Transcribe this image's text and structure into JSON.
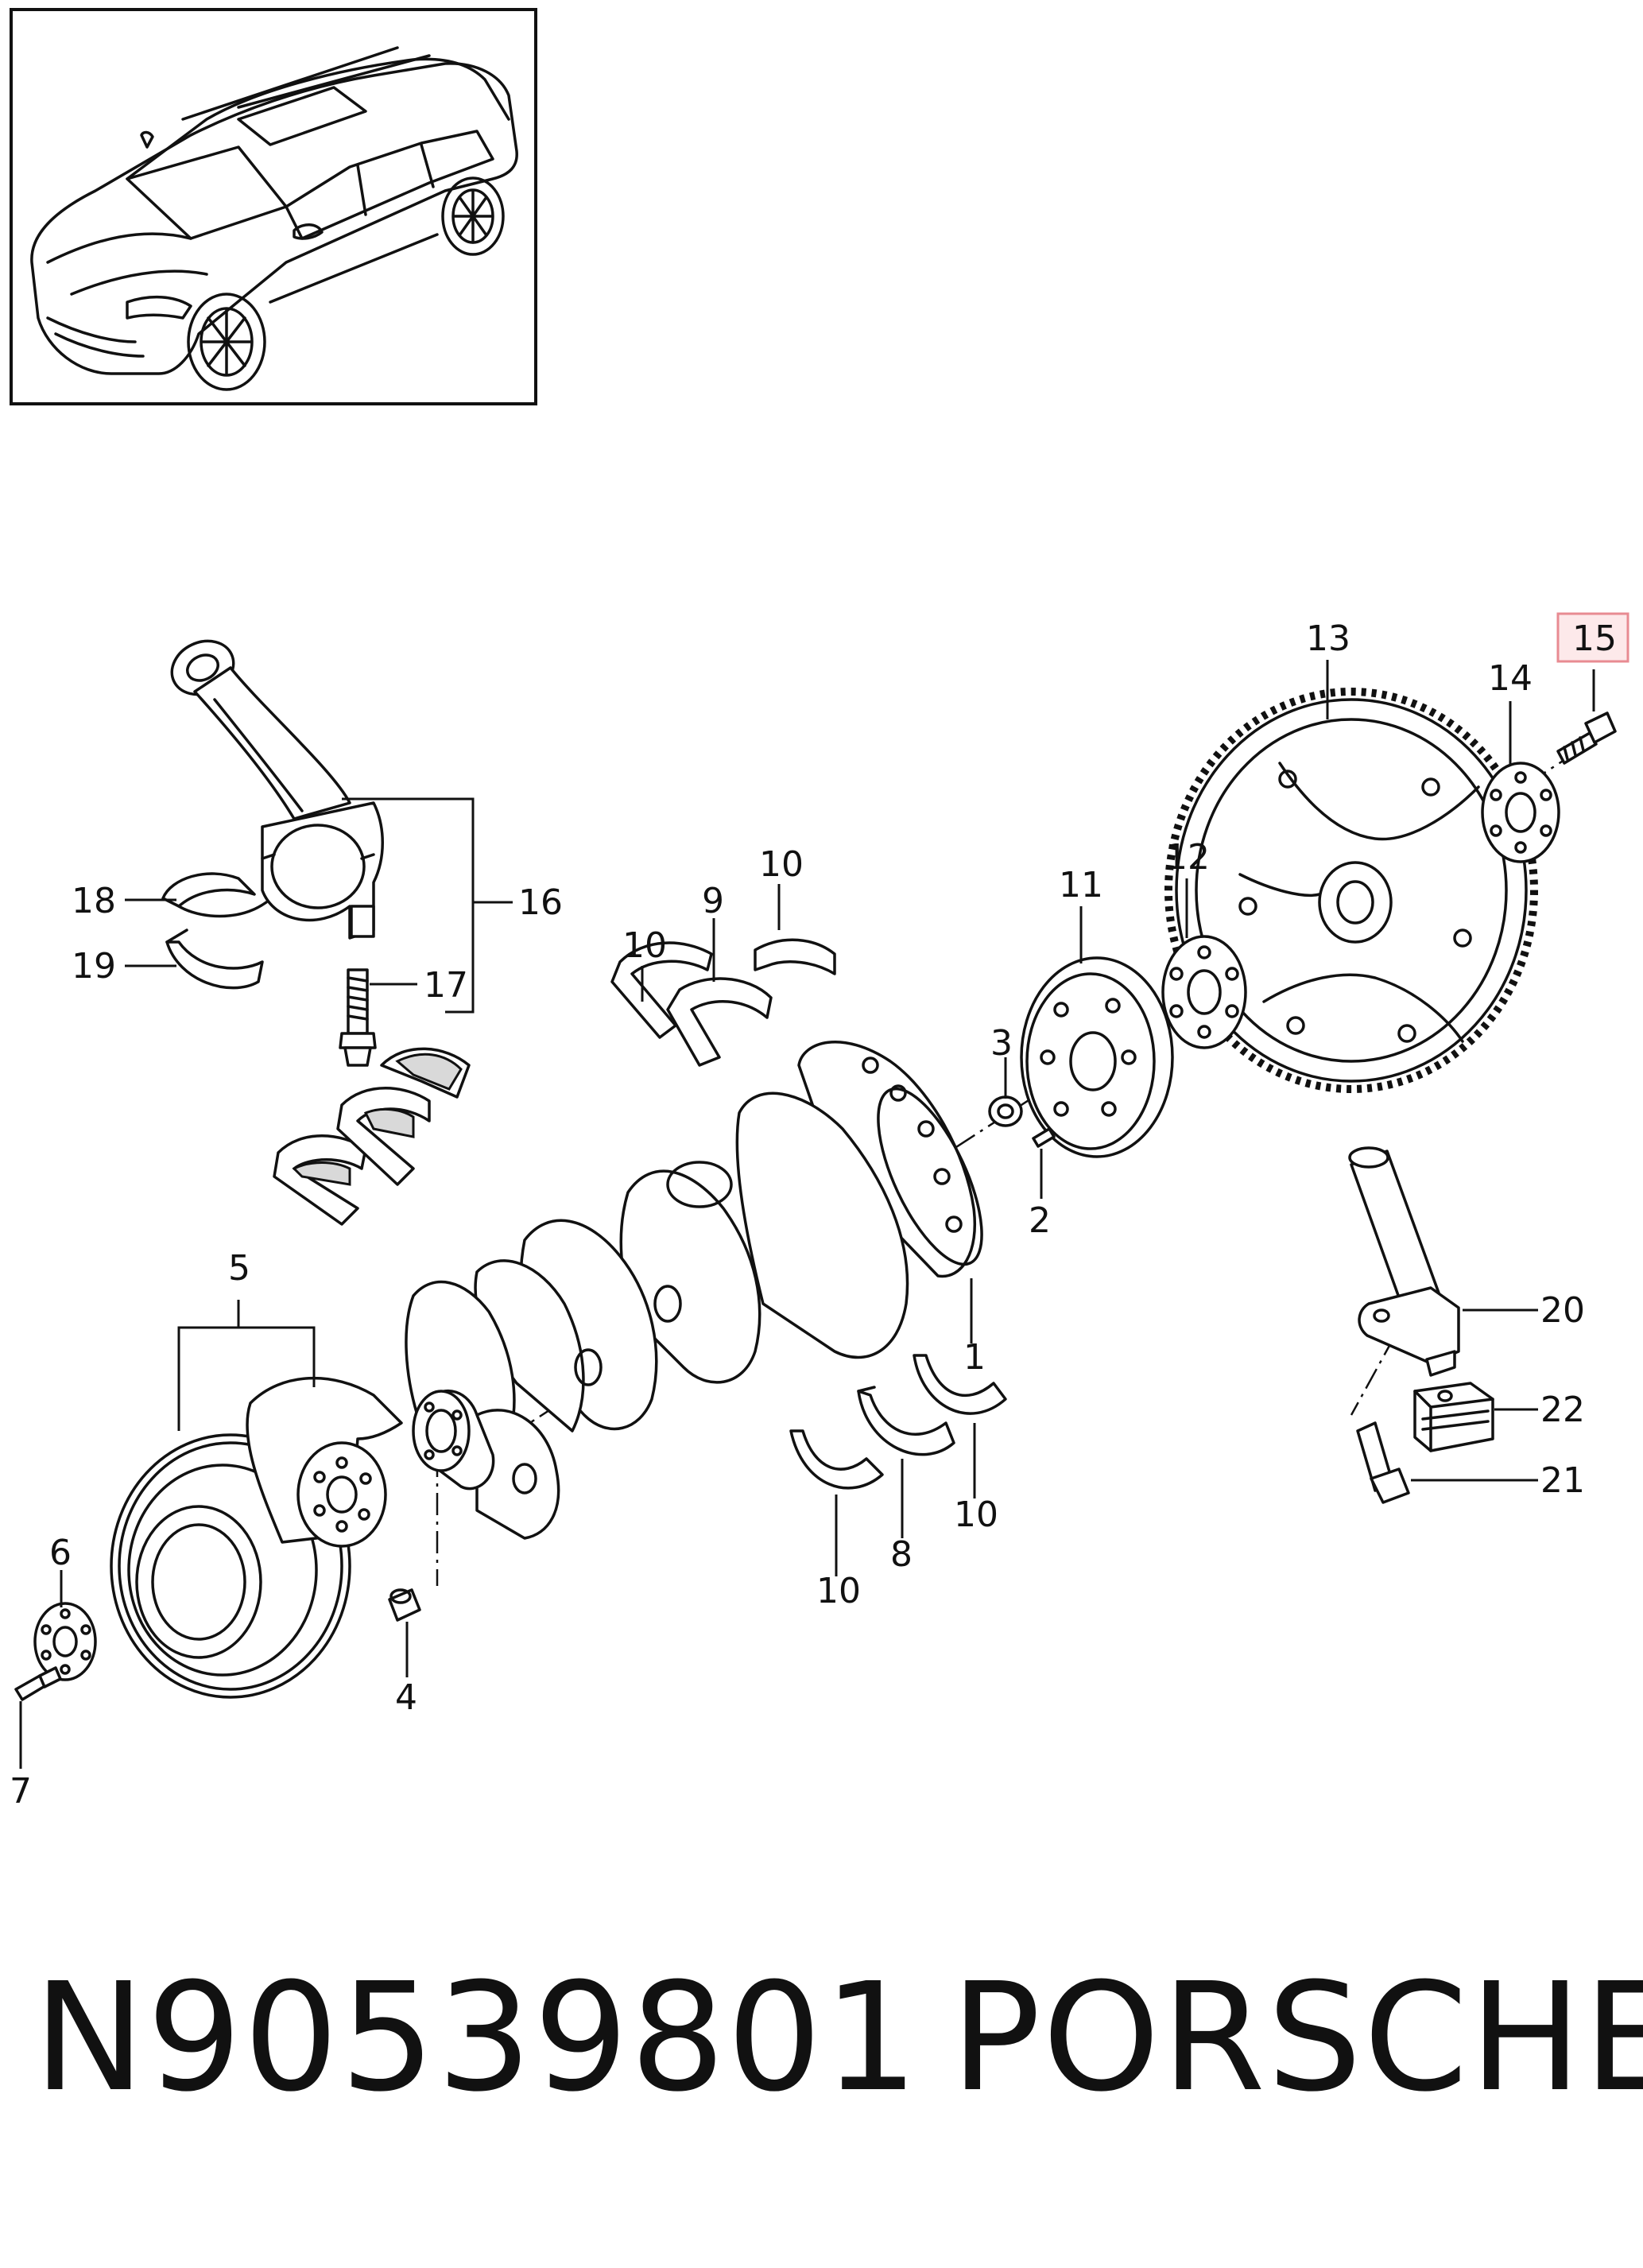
{
  "callouts": {
    "c1": "1",
    "c2": "2",
    "c3": "3",
    "c4": "4",
    "c5": "5",
    "c6": "6",
    "c7": "7",
    "c8": "8",
    "c9": "9",
    "c10a": "10",
    "c10b": "10",
    "c10c": "10",
    "c10d": "10",
    "c11": "11",
    "c12": "12",
    "c13": "13",
    "c14": "14",
    "c15": "15",
    "c16": "16",
    "c17": "17",
    "c18": "18",
    "c19": "19",
    "c20": "20",
    "c21": "21",
    "c22": "22"
  },
  "highlighted_callout": "15",
  "highlight_color": "#e88b92",
  "caption": {
    "part_number": "N90539801",
    "brand": "PORSCHE"
  }
}
